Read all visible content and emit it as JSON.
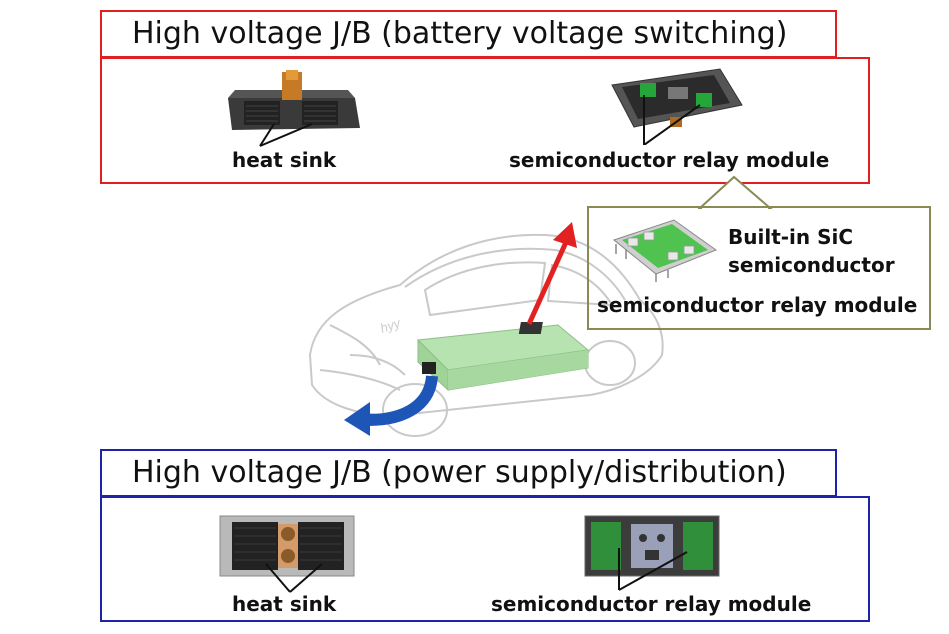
{
  "top": {
    "title": "High voltage J/B (battery voltage switching)",
    "heat_sink_label": "heat sink",
    "relay_label": "semiconductor relay module"
  },
  "callout": {
    "built_in_line1": "Built-in SiC",
    "built_in_line2": "semiconductor",
    "module_label": "semiconductor relay module"
  },
  "bottom": {
    "title": "High voltage J/B (power supply/distribution)",
    "heat_sink_label": "heat sink",
    "relay_label": "semiconductor relay module"
  },
  "colors": {
    "top_border": "#e02020",
    "bottom_border": "#1f23a8",
    "callout_border": "#8a8a55",
    "battery_green": "#b7e3b0",
    "arrow_red": "#e22222",
    "arrow_blue": "#1e56b8"
  }
}
